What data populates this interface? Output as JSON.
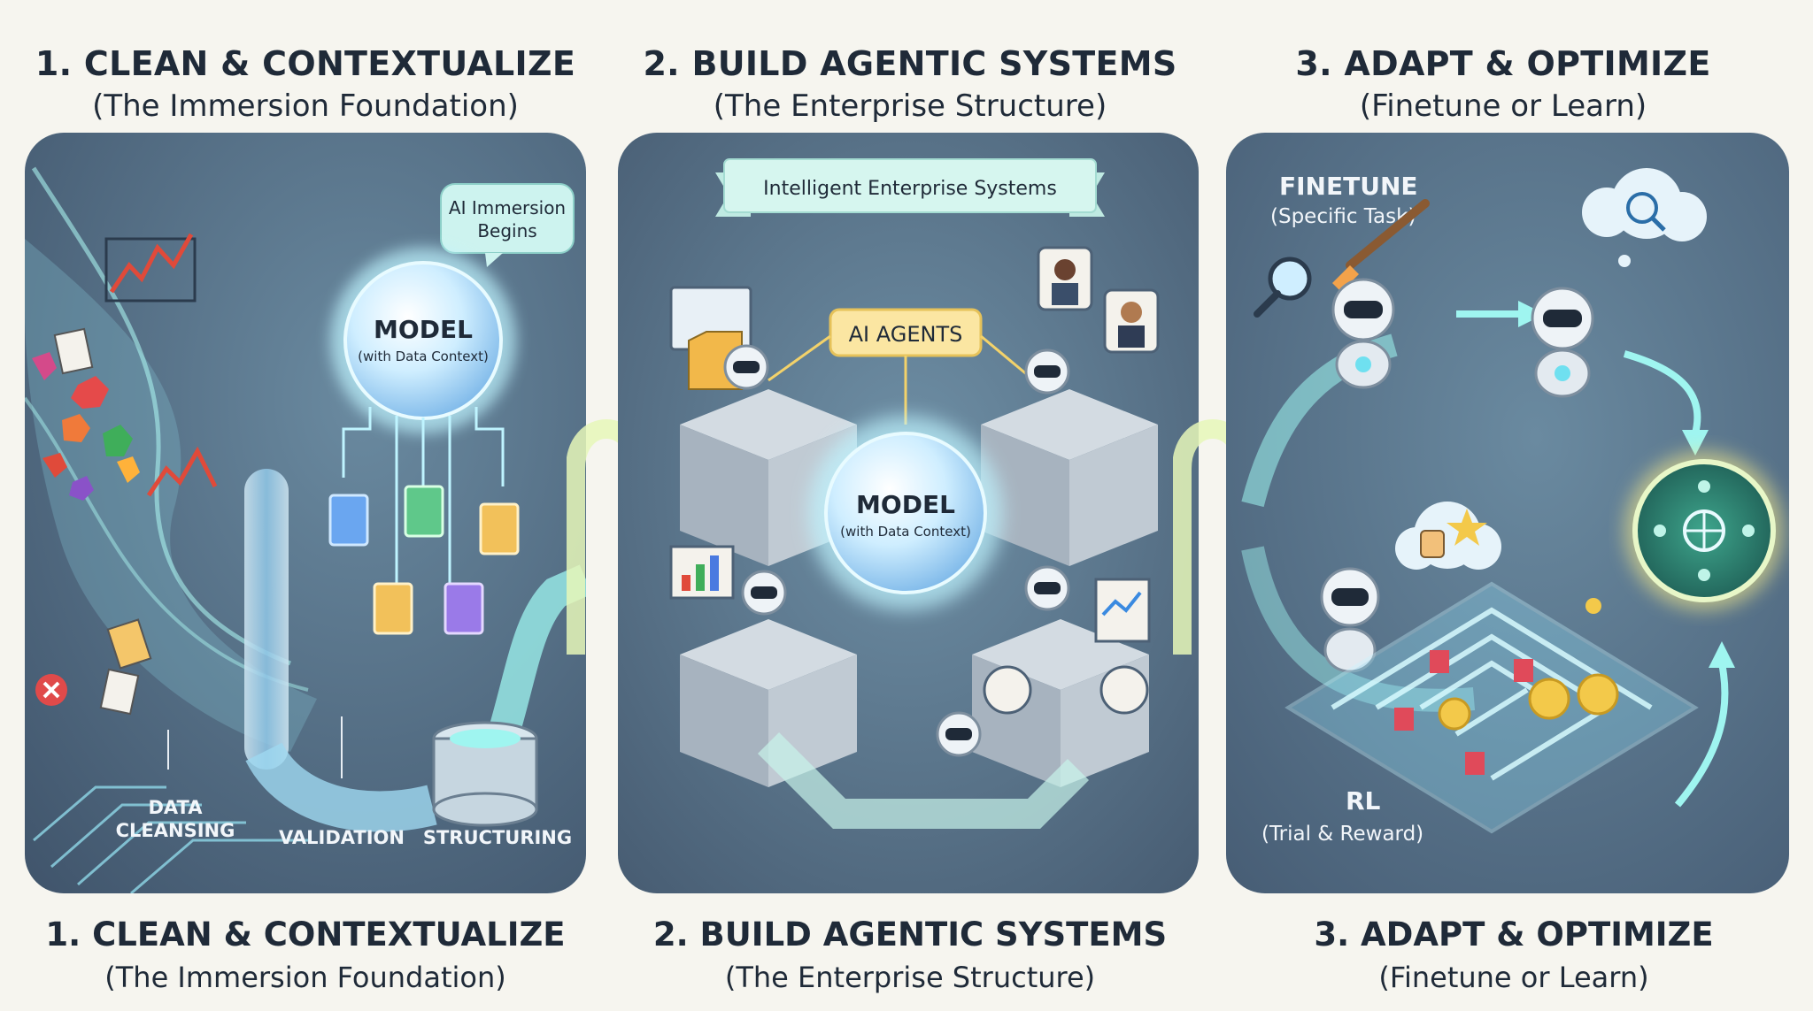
{
  "headers": [
    {
      "title": "1. CLEAN & CONTEXTUALIZE",
      "subtitle": "(The Immersion Foundation)"
    },
    {
      "title": "2. BUILD AGENTIC SYSTEMS",
      "subtitle": "(The Enterprise Structure)"
    },
    {
      "title": "3. ADAPT & OPTIMIZE",
      "subtitle": "(Finetune or Learn)"
    }
  ],
  "footers": [
    {
      "title": "1. CLEAN & CONTEXTUALIZE",
      "subtitle": "(The Immersion Foundation)"
    },
    {
      "title": "2. BUILD AGENTIC SYSTEMS",
      "subtitle": "(The Enterprise Structure)"
    },
    {
      "title": "3. ADAPT & OPTIMIZE",
      "subtitle": "(Finetune or Learn)"
    }
  ],
  "panel1": {
    "bubble_line1": "AI Immersion",
    "bubble_line2": "Begins",
    "model_title": "MODEL",
    "model_sub": "(with Data Context)",
    "step_cleansing_1": "DATA",
    "step_cleansing_2": "CLEANSING",
    "step_validation": "VALIDATION",
    "step_structuring": "STRUCTURING",
    "icons": [
      "chart-icon",
      "document-icon",
      "error-icon",
      "database-icon",
      "pipe-icon"
    ]
  },
  "panel2": {
    "banner": "Intelligent Enterprise Systems",
    "agents_label": "AI AGENTS",
    "model_title": "MODEL",
    "model_sub": "(with Data Context)",
    "icons": [
      "robot-icon",
      "folder-icon",
      "person-icon",
      "chart-icon",
      "cube-icon"
    ]
  },
  "panel3": {
    "finetune_title": "FINETUNE",
    "finetune_sub": "(Specific Task)",
    "rl_title": "RL",
    "rl_sub": "(Trial & Reward)",
    "icons": [
      "magnifier-icon",
      "paintbrush-icon",
      "robot-icon",
      "thumbs-up-icon",
      "star-icon",
      "coin-icon",
      "maze-icon",
      "globe-icon"
    ]
  },
  "colors": {
    "panel_bg": "#4a6077",
    "glow": "#9ff5f0",
    "accent_yellow": "#f3c94a",
    "text_dark": "#1f2a38"
  }
}
